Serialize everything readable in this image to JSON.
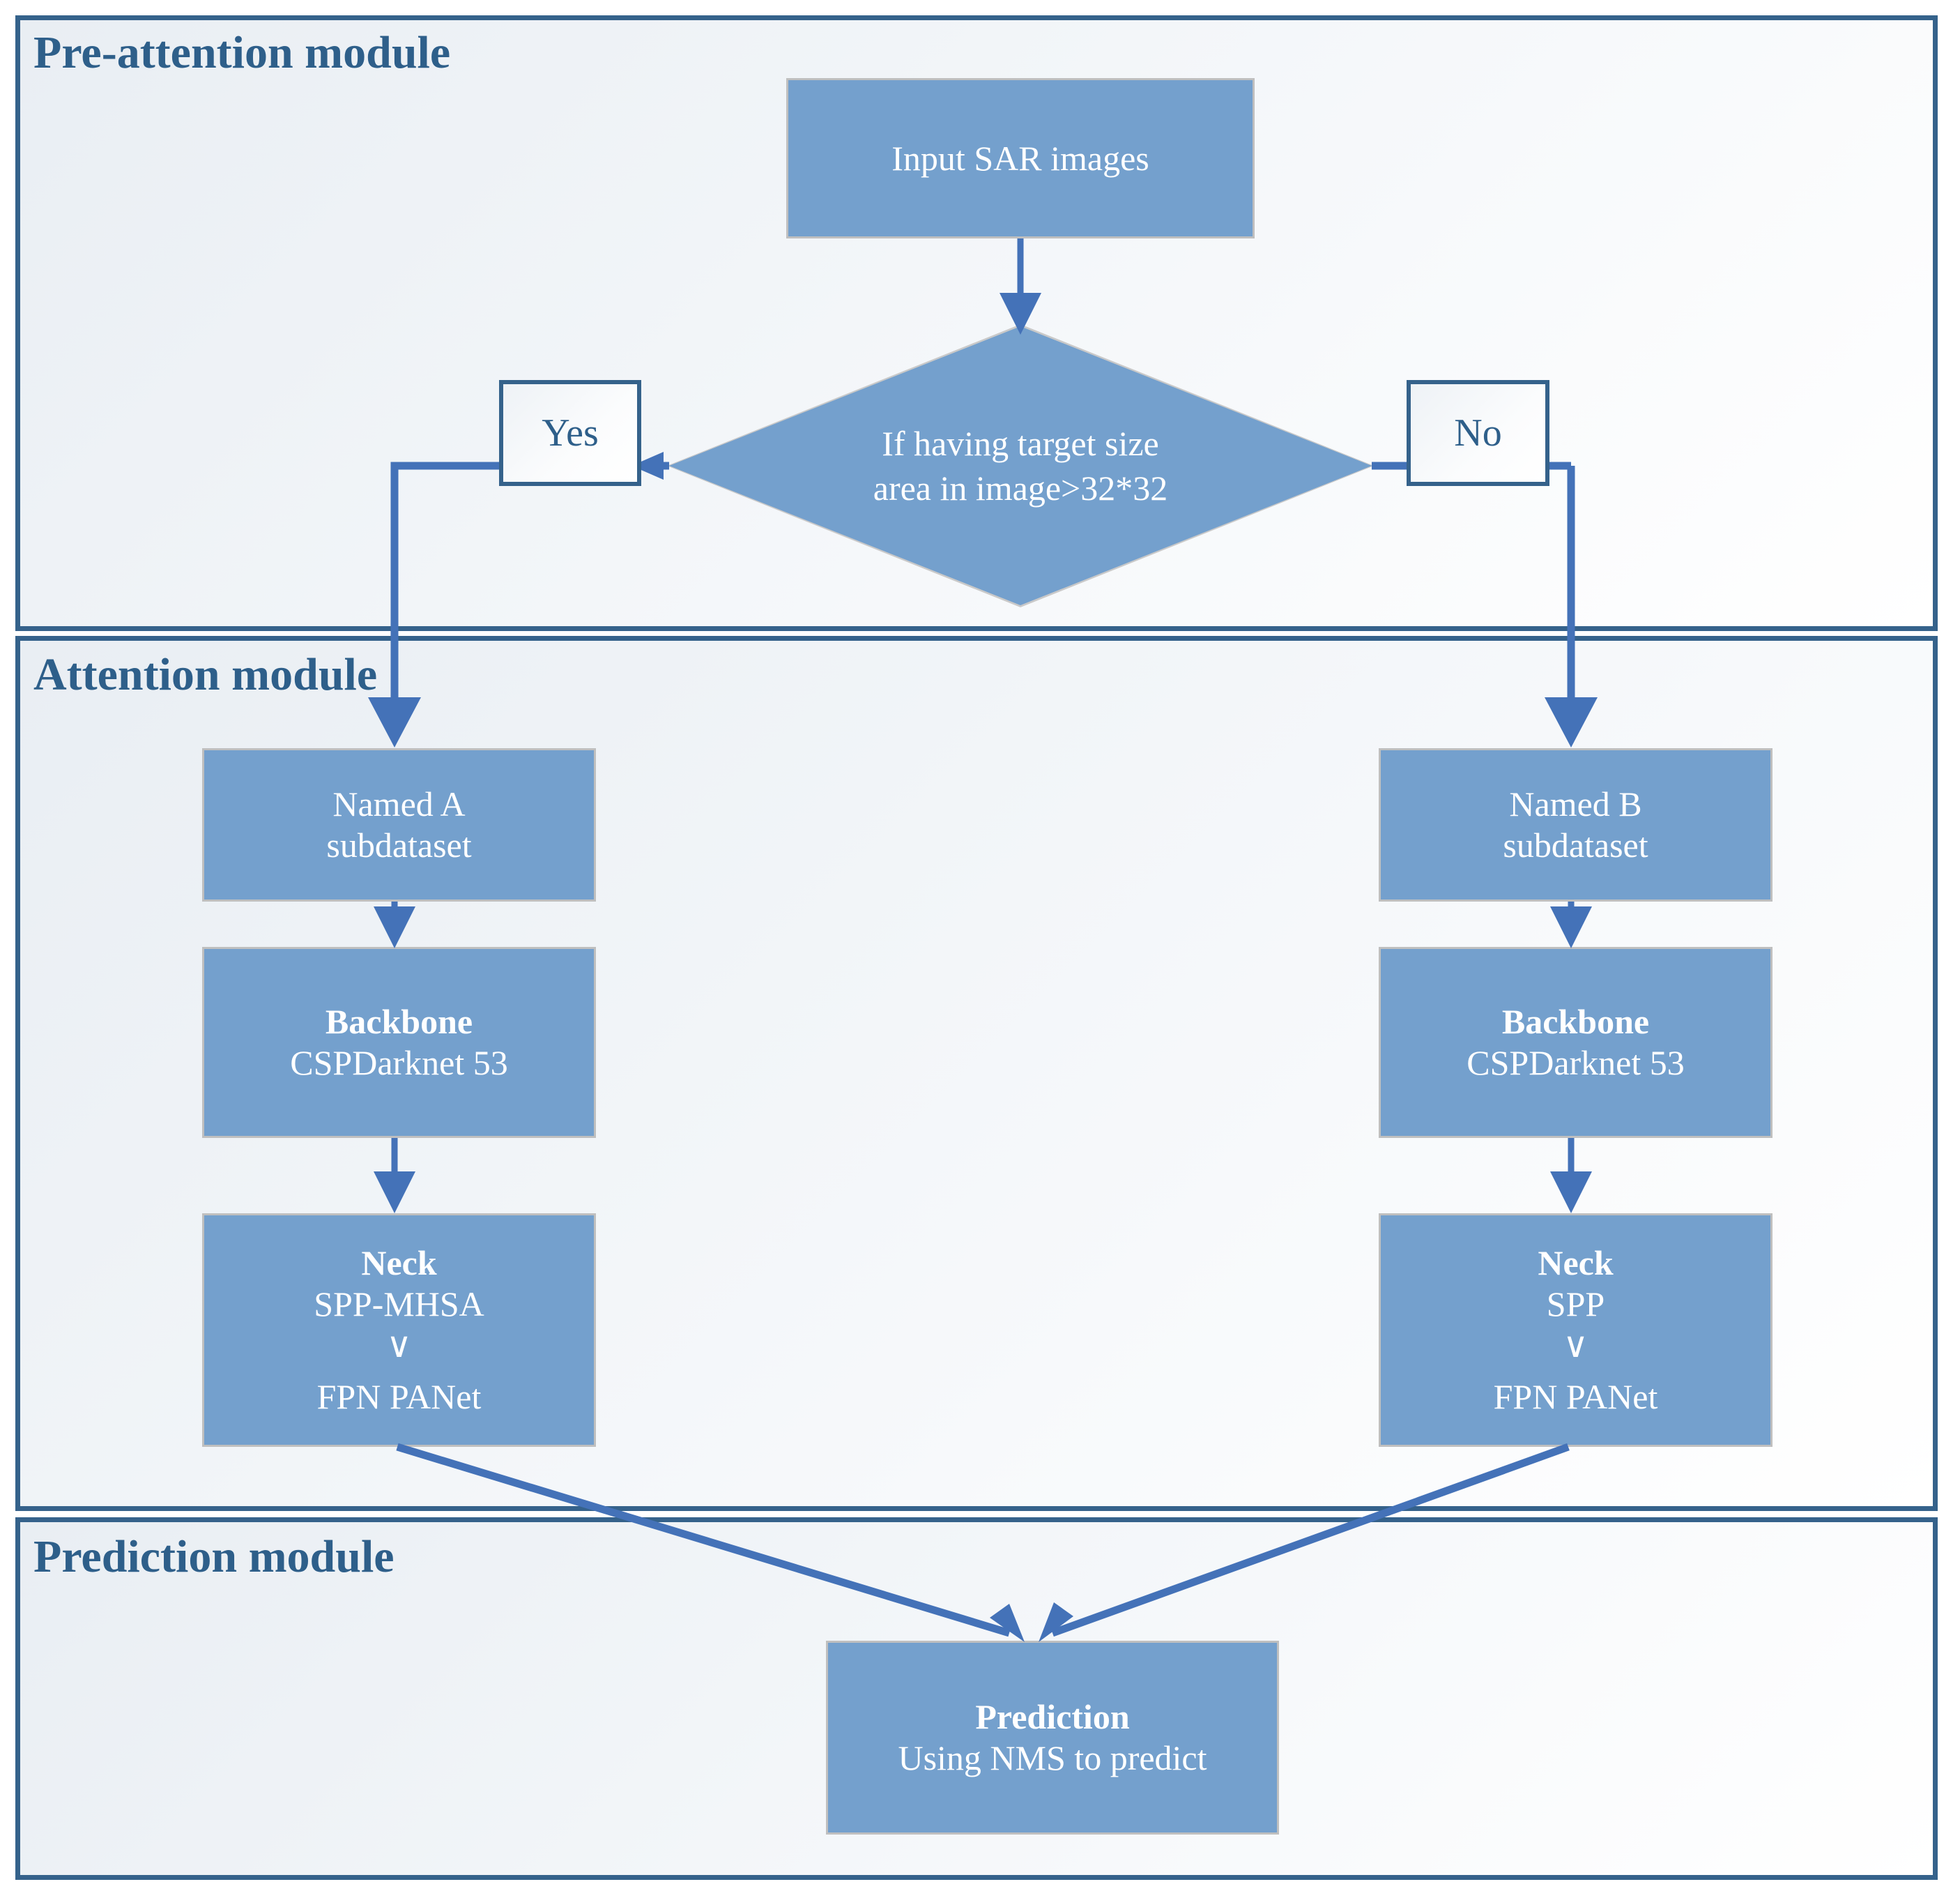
{
  "modules": [
    {
      "id": "pre-attention",
      "title": "Pre-attention module"
    },
    {
      "id": "attention",
      "title": "Attention module"
    },
    {
      "id": "prediction",
      "title": "Prediction module"
    }
  ],
  "nodes": {
    "input": {
      "lines": [
        "Input  SAR images"
      ]
    },
    "decision": {
      "lines": [
        "If having target size",
        "area in image>32*32"
      ]
    },
    "yes_label": "Yes",
    "no_label": "No",
    "named_a": {
      "lines": [
        "Named A",
        "subdataset"
      ]
    },
    "named_b": {
      "lines": [
        "Named B",
        "subdataset"
      ]
    },
    "backbone_a": {
      "title": "Backbone",
      "detail": "CSPDarknet 53"
    },
    "backbone_b": {
      "title": "Backbone",
      "detail": "CSPDarknet 53"
    },
    "neck_a": {
      "title": "Neck",
      "line1": "SPP-MHSA",
      "line2": "∨",
      "line3": "FPN PANet"
    },
    "neck_b": {
      "title": "Neck",
      "line1": "SPP",
      "line2": "∨",
      "line3": "FPN PANet"
    },
    "prediction": {
      "title": "Prediction",
      "detail": "Using NMS to predict"
    }
  },
  "colors": {
    "node_fill": "#74a0cd",
    "node_border": "#bfbfbf",
    "node_text": "#ffffff",
    "frame_border": "#35628b",
    "title_text": "#2e5f8a",
    "connector": "#4472b8",
    "yn_border": "#35628b"
  }
}
